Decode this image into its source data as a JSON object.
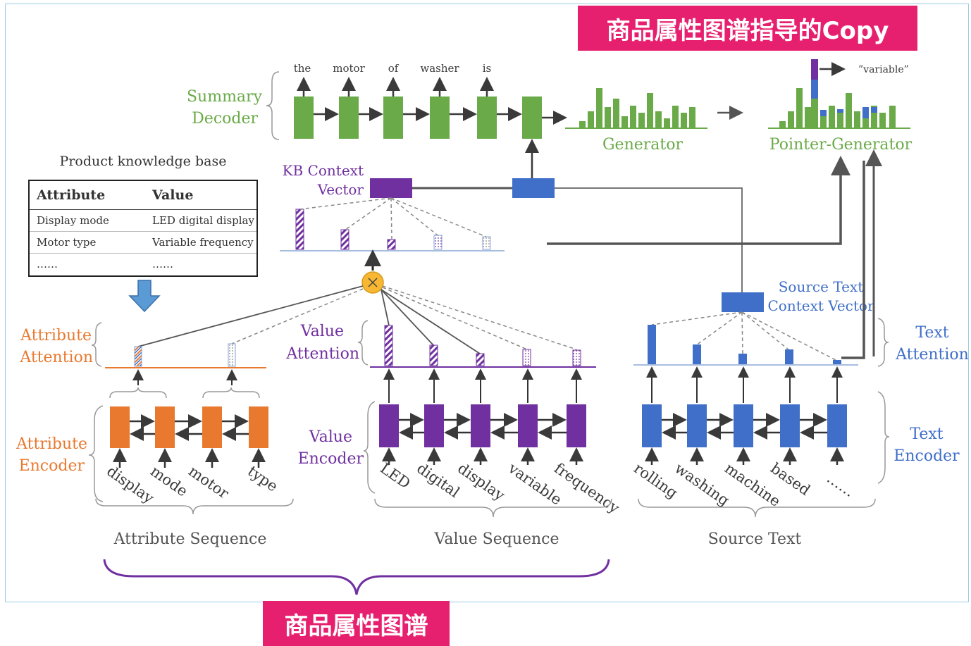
{
  "banners": {
    "top": "商品属性图谱指导的Copy",
    "bottom": "商品属性图谱"
  },
  "decoder": {
    "label_line1": "Summary",
    "label_line2": "Decoder",
    "output_words": [
      "the",
      "motor",
      "of",
      "washer",
      "is"
    ],
    "generator_label": "Generator",
    "pointer_generator_label": "Pointer-Generator",
    "copied_word": "”variable”"
  },
  "kb_context": {
    "label_line1": "KB Context",
    "label_line2": "Vector"
  },
  "knowledge_base": {
    "title": "Product  knowledge base",
    "headers": [
      "Attribute",
      "Value"
    ],
    "rows": [
      [
        "Display mode",
        "LED digital display"
      ],
      [
        "Motor type",
        "Variable frequency"
      ],
      [
        "……",
        "……"
      ]
    ]
  },
  "attribute": {
    "attention_line1": "Attribute",
    "attention_line2": "Attention",
    "encoder_line1": "Attribute",
    "encoder_line2": "Encoder",
    "tokens": [
      "display",
      "mode",
      "motor",
      "type"
    ],
    "sequence_label": "Attribute Sequence"
  },
  "value": {
    "attention_line1": "Value",
    "attention_line2": "Attention",
    "encoder_line1": "Value",
    "encoder_line2": "Encoder",
    "tokens": [
      "LED",
      "digital",
      "display",
      "variable",
      "frequency"
    ],
    "sequence_label": "Value Sequence"
  },
  "source": {
    "context_line1": "Source Text",
    "context_line2": "Context Vector",
    "attention_line1": "Text",
    "attention_line2": "Attention",
    "encoder_line1": "Text",
    "encoder_line2": "Encoder",
    "tokens": [
      "rolling",
      "washing",
      "machine",
      "based",
      "……"
    ],
    "sequence_label": "Source Text"
  },
  "colors": {
    "decoder": "#6aaa48",
    "kb": "#7030a0",
    "attribute": "#e8792f",
    "source": "#3f6fc8",
    "banner": "#e6206e",
    "multiply_node": "#f7b733"
  }
}
